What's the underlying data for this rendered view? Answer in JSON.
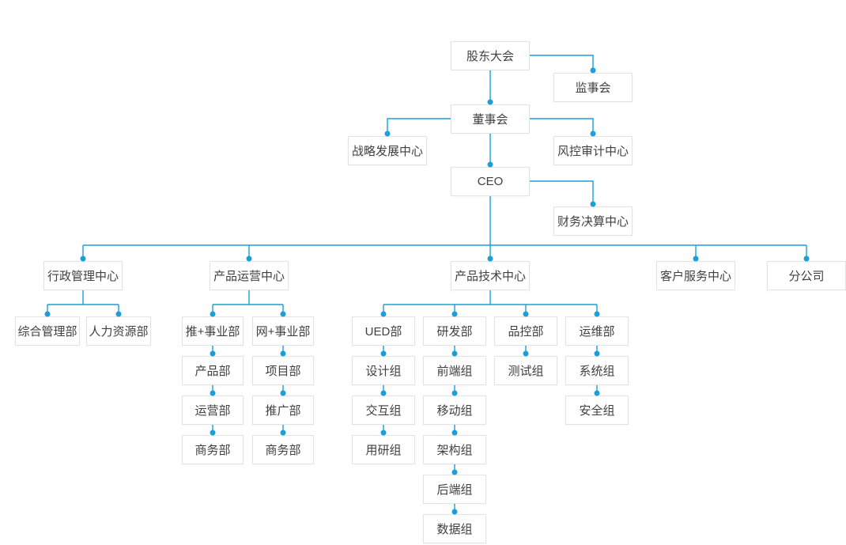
{
  "diagram": {
    "type": "org-chart",
    "colors": {
      "line": "#1b9fd8",
      "node_border": "#e3e3e3",
      "node_background": "#ffffff",
      "text": "#404040",
      "page_background": "#ffffff"
    },
    "nodes": [
      {
        "id": "gudong",
        "label": "股东大会",
        "parent": null
      },
      {
        "id": "jianshihui",
        "label": "监事会",
        "parent": "gudong"
      },
      {
        "id": "dongshihui",
        "label": "董事会",
        "parent": "gudong"
      },
      {
        "id": "zhanlve",
        "label": "战略发展中心",
        "parent": "dongshihui"
      },
      {
        "id": "fengkong",
        "label": "风控审计中心",
        "parent": "dongshihui"
      },
      {
        "id": "ceo",
        "label": "CEO",
        "parent": "dongshihui"
      },
      {
        "id": "caiwu",
        "label": "财务决算中心",
        "parent": "ceo"
      },
      {
        "id": "xingzheng",
        "label": "行政管理中心",
        "parent": "ceo"
      },
      {
        "id": "chanpinyunying",
        "label": "产品运营中心",
        "parent": "ceo"
      },
      {
        "id": "chanpinjishu",
        "label": "产品技术中心",
        "parent": "ceo"
      },
      {
        "id": "kehufuwu",
        "label": "客户服务中心",
        "parent": "ceo"
      },
      {
        "id": "fengongsi",
        "label": "分公司",
        "parent": "ceo"
      },
      {
        "id": "zonghe",
        "label": "综合管理部",
        "parent": "xingzheng"
      },
      {
        "id": "renli",
        "label": "人力资源部",
        "parent": "xingzheng"
      },
      {
        "id": "tuishiye",
        "label": "推+事业部",
        "parent": "chanpinyunying"
      },
      {
        "id": "wangshiye",
        "label": "网+事业部",
        "parent": "chanpinyunying"
      },
      {
        "id": "chanpinbu",
        "label": "产品部",
        "parent": "tuishiye"
      },
      {
        "id": "yunyingbu",
        "label": "运营部",
        "parent": "chanpinbu"
      },
      {
        "id": "shangwubu-1",
        "label": "商务部",
        "parent": "yunyingbu"
      },
      {
        "id": "xiangmubu",
        "label": "项目部",
        "parent": "wangshiye"
      },
      {
        "id": "tuiguangbu",
        "label": "推广部",
        "parent": "xiangmubu"
      },
      {
        "id": "shangwubu-2",
        "label": "商务部",
        "parent": "tuiguangbu"
      },
      {
        "id": "ued",
        "label": "UED部",
        "parent": "chanpinjishu"
      },
      {
        "id": "shejizu",
        "label": "设计组",
        "parent": "ued"
      },
      {
        "id": "jiaohuzu",
        "label": "交互组",
        "parent": "shejizu"
      },
      {
        "id": "yongyanzu",
        "label": "用研组",
        "parent": "jiaohuzu"
      },
      {
        "id": "yanfabu",
        "label": "研发部",
        "parent": "chanpinjishu"
      },
      {
        "id": "qianduanzu",
        "label": "前端组",
        "parent": "yanfabu"
      },
      {
        "id": "yidongzu",
        "label": "移动组",
        "parent": "qianduanzu"
      },
      {
        "id": "jiagouzu",
        "label": "架构组",
        "parent": "yidongzu"
      },
      {
        "id": "houduanzu",
        "label": "后端组",
        "parent": "jiagouzu"
      },
      {
        "id": "shujuzu",
        "label": "数据组",
        "parent": "houduanzu"
      },
      {
        "id": "pinkongbu",
        "label": "品控部",
        "parent": "chanpinjishu"
      },
      {
        "id": "ceshizu",
        "label": "测试组",
        "parent": "pinkongbu"
      },
      {
        "id": "yunweibu",
        "label": "运维部",
        "parent": "chanpinjishu"
      },
      {
        "id": "xitongzu",
        "label": "系统组",
        "parent": "yunweibu"
      },
      {
        "id": "anquanzu",
        "label": "安全组",
        "parent": "yunweibu"
      }
    ]
  }
}
